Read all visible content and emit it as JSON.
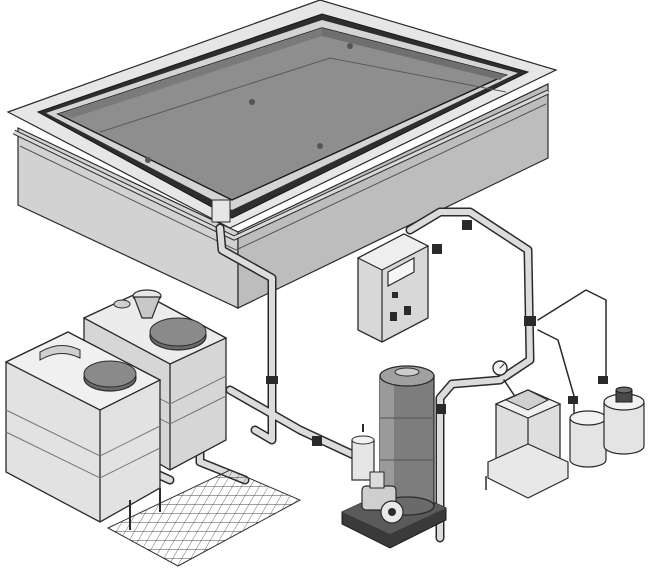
{
  "diagram": {
    "style": "isometric line illustration, grayscale",
    "components": [
      {
        "id": "pool",
        "icon": "pool-basin-icon"
      },
      {
        "id": "overflow-channel",
        "icon": "overflow-gutter-icon"
      },
      {
        "id": "storage-tank-front",
        "icon": "tank-icon"
      },
      {
        "id": "storage-tank-rear",
        "icon": "tank-icon"
      },
      {
        "id": "control-panel",
        "icon": "control-cabinet-icon"
      },
      {
        "id": "sand-filter",
        "icon": "filter-vessel-icon"
      },
      {
        "id": "circulation-pump",
        "icon": "pump-icon"
      },
      {
        "id": "heat-exchanger",
        "icon": "heater-icon"
      },
      {
        "id": "chemical-tank-1",
        "icon": "dosing-tank-icon"
      },
      {
        "id": "chemical-tank-2",
        "icon": "dosing-tank-icon"
      },
      {
        "id": "floor-grate",
        "icon": "grate-icon"
      }
    ],
    "colors": {
      "background": "#ffffff",
      "line": "#2a2a2a",
      "pool_water": "#8e8e8e",
      "pool_rim": "#e4e4e4",
      "pool_wall": "#cfcfcf",
      "tank_body": "#e2e2e2",
      "lid": "#666666",
      "filter_body": "#7d7d7d",
      "pipe": "#d9d9d9",
      "panel_body": "#dcdcdc"
    }
  }
}
